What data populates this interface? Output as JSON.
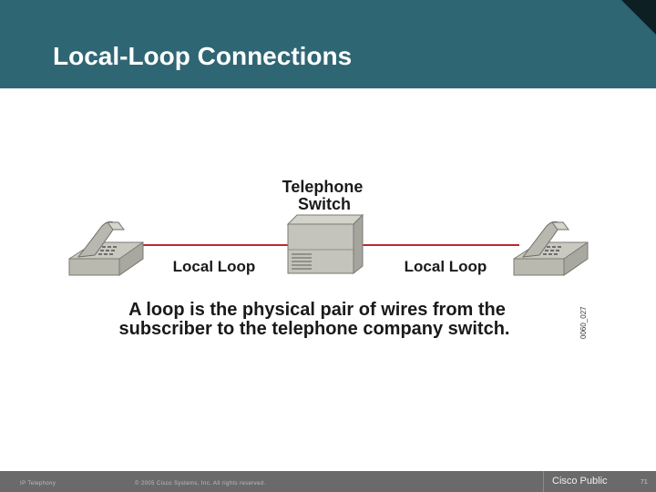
{
  "slide": {
    "title": "Local-Loop Connections"
  },
  "diagram": {
    "switch_label_line1": "Telephone",
    "switch_label_line2": "Switch",
    "left_loop_label": "Local Loop",
    "right_loop_label": "Local Loop",
    "caption_line1": "A loop is the physical pair of wires from the",
    "caption_line2": "subscriber to the telephone company switch.",
    "figure_code": "0060_027",
    "wire_color": "#c0282d"
  },
  "footer": {
    "course": "IP Telephony",
    "copyright": "© 2005 Cisco Systems, Inc. All rights reserved.",
    "classification": "Cisco Public",
    "page_number": "71"
  }
}
